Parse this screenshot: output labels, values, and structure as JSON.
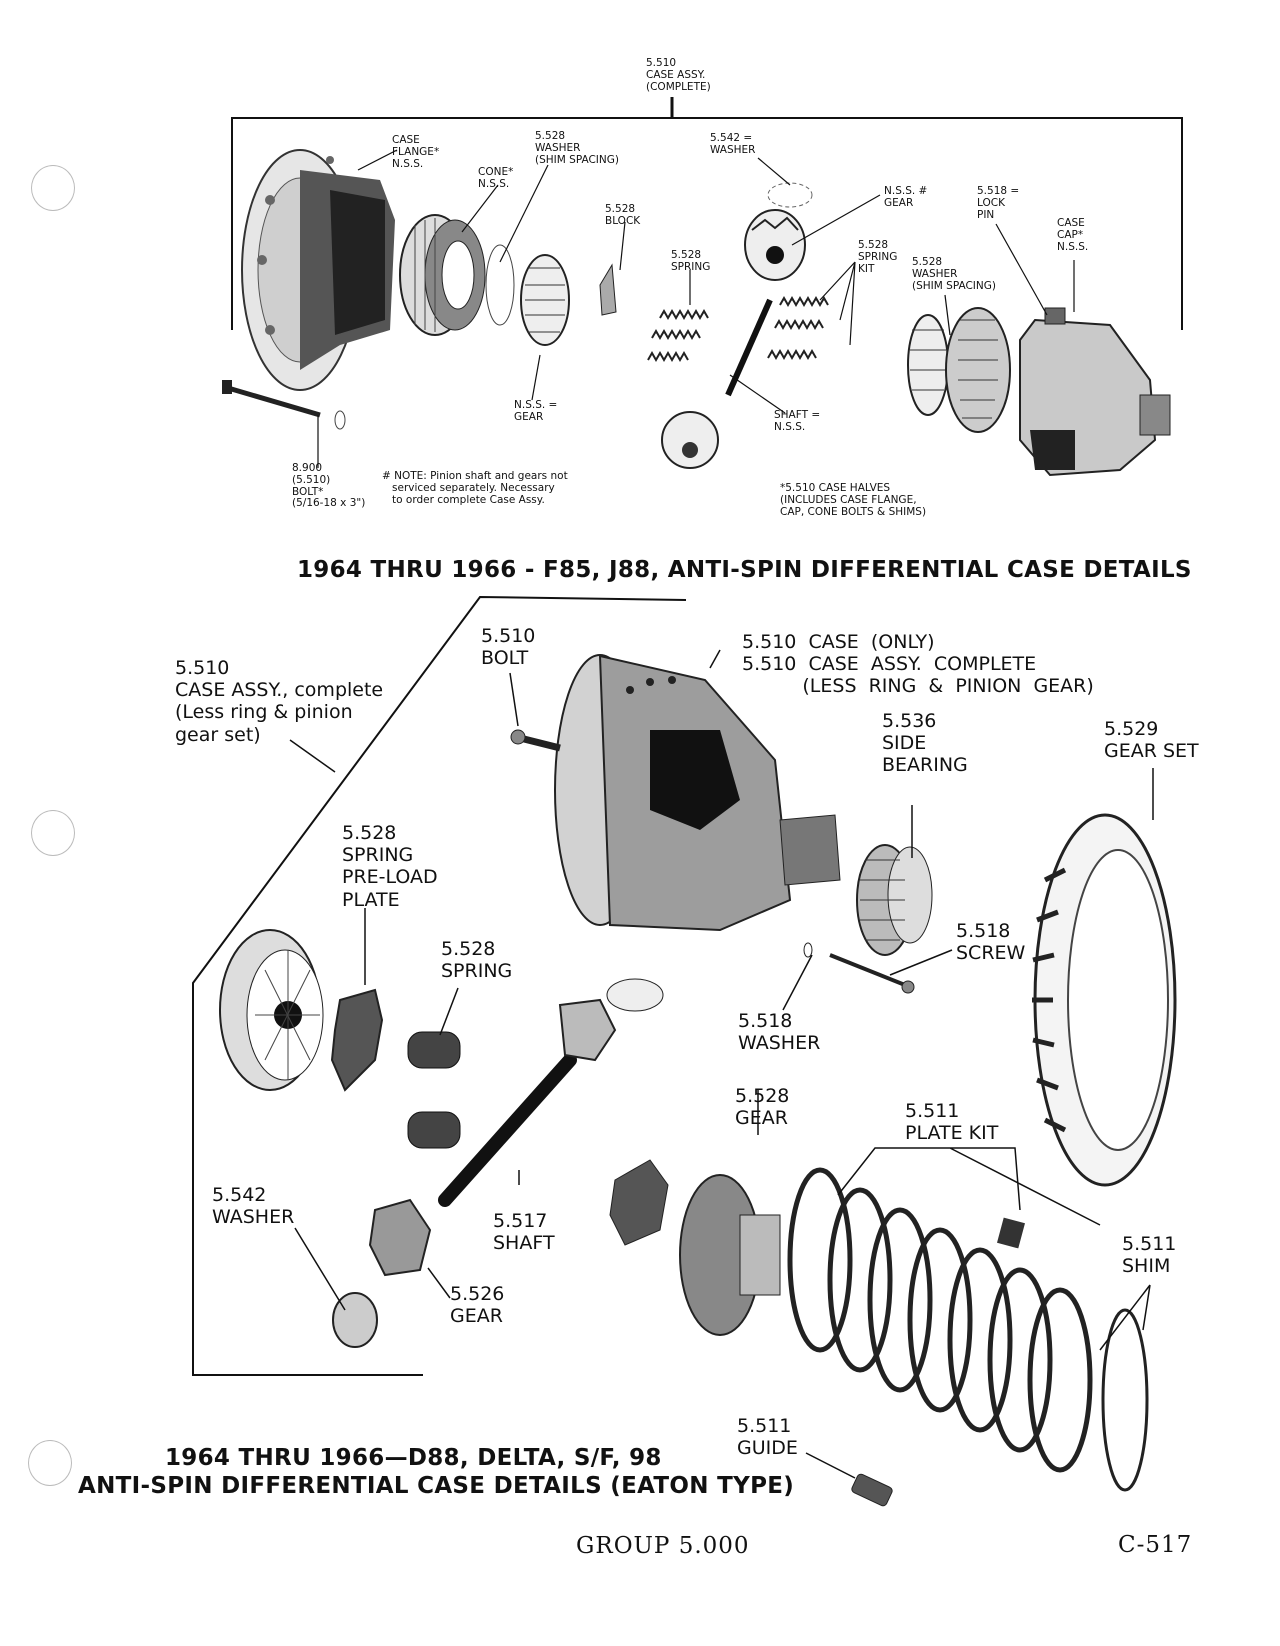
{
  "diagram_top": {
    "title": "1964 THRU 1966 - F85, J88, ANTI-SPIN DIFFERENTIAL CASE DETAILS",
    "labels": {
      "case_assy": "5.510\nCASE ASSY.\n(COMPLETE)",
      "case_flange": "CASE\nFLANGE*\nN.S.S.",
      "cone": "CONE*\nN.S.S.",
      "washer_shim_left": "5.528\nWASHER\n(SHIM SPACING)",
      "block": "5.528\nBLOCK",
      "spring": "5.528\nSPRING",
      "washer_5542": "5.542 =\nWASHER",
      "gear_nss_upper": "N.S.S. #\nGEAR",
      "lock_pin": "5.518 =\nLOCK\nPIN",
      "case_cap": "CASE\nCAP*\nN.S.S.",
      "spring_kit": "5.528\nSPRING\nKIT",
      "washer_shim_right": "5.528\nWASHER\n(SHIM SPACING)",
      "gear_nss_lower": "N.S.S. =\nGEAR",
      "shaft": "SHAFT =\nN.S.S.",
      "bolt": "8.900\n(5.510)\nBOLT*\n(5/16-18 x 3\")",
      "note": "# NOTE: Pinion shaft and gears not\n   serviced separately. Necessary\n   to order complete Case Assy.",
      "case_halves": "*5.510 CASE HALVES\n(INCLUDES CASE FLANGE,\nCAP, CONE BOLTS & SHIMS)"
    }
  },
  "diagram_bottom": {
    "title_line1": "1964 THRU 1966—D88, DELTA, S/F, 98",
    "title_line2": "ANTI-SPIN DIFFERENTIAL CASE DETAILS (EATON TYPE)",
    "labels": {
      "case_assy": "5.510\nCASE ASSY., complete\n(Less ring & pinion\ngear set)",
      "bolt": "5.510\nBOLT",
      "case": "5.510  CASE  (ONLY)\n5.510  CASE  ASSY.  COMPLETE\n          (LESS  RING  &  PINION  GEAR)",
      "side_bearing": "5.536\nSIDE\nBEARING",
      "gear_set": "5.529\nGEAR SET",
      "pre_load_plate": "5.528\nSPRING\nPRE-LOAD\nPLATE",
      "spring": "5.528\nSPRING",
      "screw": "5.518\nSCREW",
      "washer_518": "5.518\nWASHER",
      "gear_528": "5.528\nGEAR",
      "plate_kit": "5.511\nPLATE KIT",
      "washer_542": "5.542\nWASHER",
      "shaft": "5.517\nSHAFT",
      "gear_526": "5.526\nGEAR",
      "shim": "5.511\nSHIM",
      "guide": "5.511\nGUIDE"
    }
  },
  "footer": {
    "group": "GROUP 5.000",
    "page": "C-517"
  }
}
